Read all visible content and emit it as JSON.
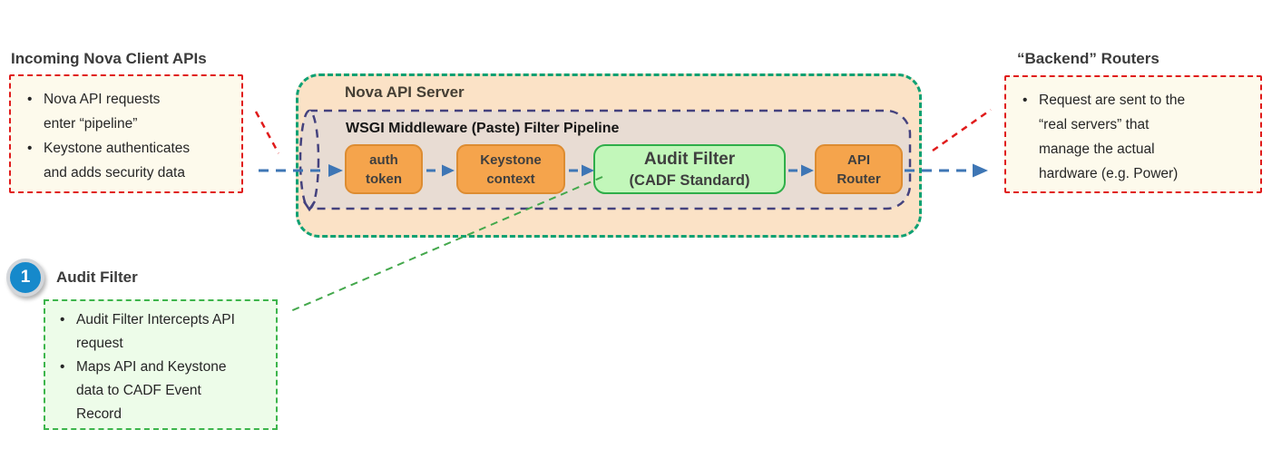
{
  "left_panel": {
    "title": "Incoming Nova Client  APIs",
    "bullets": [
      "Nova API requests enter “pipeline”",
      "Keystone authenticates and adds security data"
    ]
  },
  "server": {
    "title": "Nova API Server",
    "pipeline_label": "WSGI Middleware (Paste) Filter Pipeline",
    "stages": [
      {
        "label": "auth token"
      },
      {
        "label": "Keystone context"
      },
      {
        "label": "Audit Filter",
        "sublabel": "(CADF Standard)"
      },
      {
        "label": "API Router"
      }
    ]
  },
  "right_panel": {
    "title": "“Backend” Routers",
    "bullets": [
      "Request are sent to the “real servers” that manage the actual hardware (e.g. Power)"
    ]
  },
  "callout": {
    "number": "1",
    "title": "Audit Filter",
    "bullets": [
      "Audit Filter Intercepts API request",
      "Maps API and Keystone data to CADF Event Record"
    ]
  },
  "colors": {
    "server_border_green": "#0fa173",
    "server_fill_peach": "#fbe2c6",
    "pipeline_fill_tan": "#e8dcd3",
    "pipeline_dash_purple": "#44427e",
    "stage_orange_fill": "#f5a44c",
    "stage_orange_border": "#dd8c31",
    "audit_green_fill": "#c2f7ba",
    "audit_green_border": "#2fae49",
    "note_cream_fill": "#fdfaec",
    "note_red_dash": "#e01b1b",
    "callout_green_fill": "#edfce9",
    "callout_green_border": "#3db54c",
    "flow_arrow_blue": "#3e76b5",
    "connector_green": "#44a84c",
    "badge_blue": "#1689cb"
  }
}
